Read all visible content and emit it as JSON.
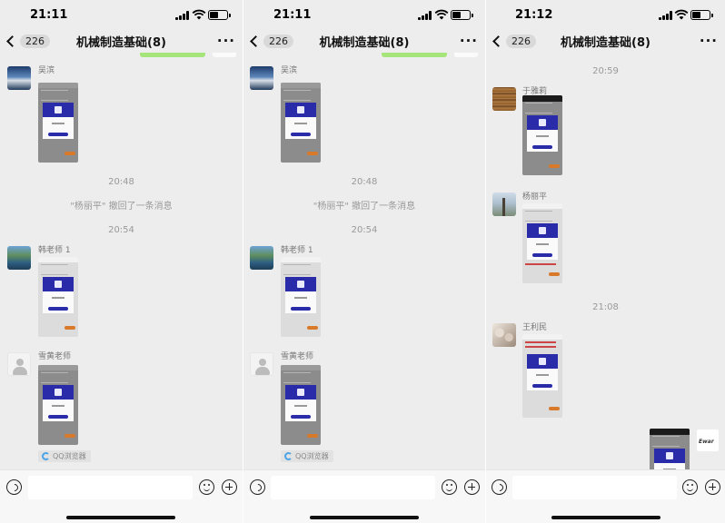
{
  "status": {
    "time_left": "21:11",
    "time_mid": "21:11",
    "time_right": "21:12"
  },
  "nav": {
    "unread_count": "226",
    "title": "机械制造基础(8)",
    "more": "···"
  },
  "left": {
    "messages": [
      {
        "sender": "吴滨"
      },
      {
        "timestamp": "20:48"
      },
      {
        "system": "\"杨丽平\" 撤回了一条消息"
      },
      {
        "timestamp": "20:54"
      },
      {
        "sender": "韩老师 1"
      },
      {
        "sender": "雪黄老师",
        "source_label": "QQ浏览器"
      }
    ]
  },
  "right": {
    "messages": [
      {
        "timestamp": "20:59"
      },
      {
        "sender": "于雅莉"
      },
      {
        "sender": "杨丽平"
      },
      {
        "timestamp": "21:08"
      },
      {
        "sender": "王利民"
      }
    ]
  },
  "input": {
    "placeholder": ""
  },
  "icons": [
    "back-chevron-icon",
    "signal-icon",
    "wifi-icon",
    "battery-icon",
    "voice-icon",
    "emoji-icon",
    "plus-icon",
    "qq-browser-icon",
    "default-avatar-icon"
  ],
  "colors": {
    "background": "#ededed",
    "accent_green": "#a6e57a",
    "screenshot_banner": "#2a2ba8"
  }
}
